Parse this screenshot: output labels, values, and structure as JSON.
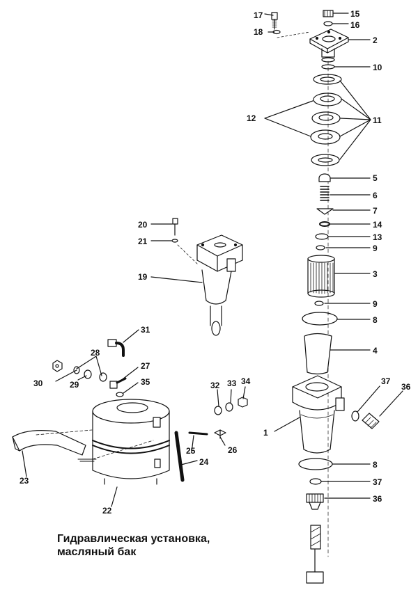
{
  "caption": {
    "line1": "Гидравлическая установка,",
    "line2": "масляный бак"
  },
  "callouts": {
    "n1": "1",
    "n2": "2",
    "n3": "3",
    "n4": "4",
    "n5": "5",
    "n6": "6",
    "n7": "7",
    "n8a": "8",
    "n8b": "8",
    "n9a": "9",
    "n9b": "9",
    "n10": "10",
    "n11": "11",
    "n12": "12",
    "n13": "13",
    "n14": "14",
    "n15": "15",
    "n16": "16",
    "n17": "17",
    "n18": "18",
    "n19": "19",
    "n20": "20",
    "n21": "21",
    "n22": "22",
    "n23": "23",
    "n24": "24",
    "n25": "25",
    "n26": "26",
    "n27": "27",
    "n28": "28",
    "n29": "29",
    "n30": "30",
    "n31": "31",
    "n32": "32",
    "n33": "33",
    "n34": "34",
    "n35": "35",
    "n36a": "36",
    "n36b": "36",
    "n37a": "37",
    "n37b": "37"
  }
}
